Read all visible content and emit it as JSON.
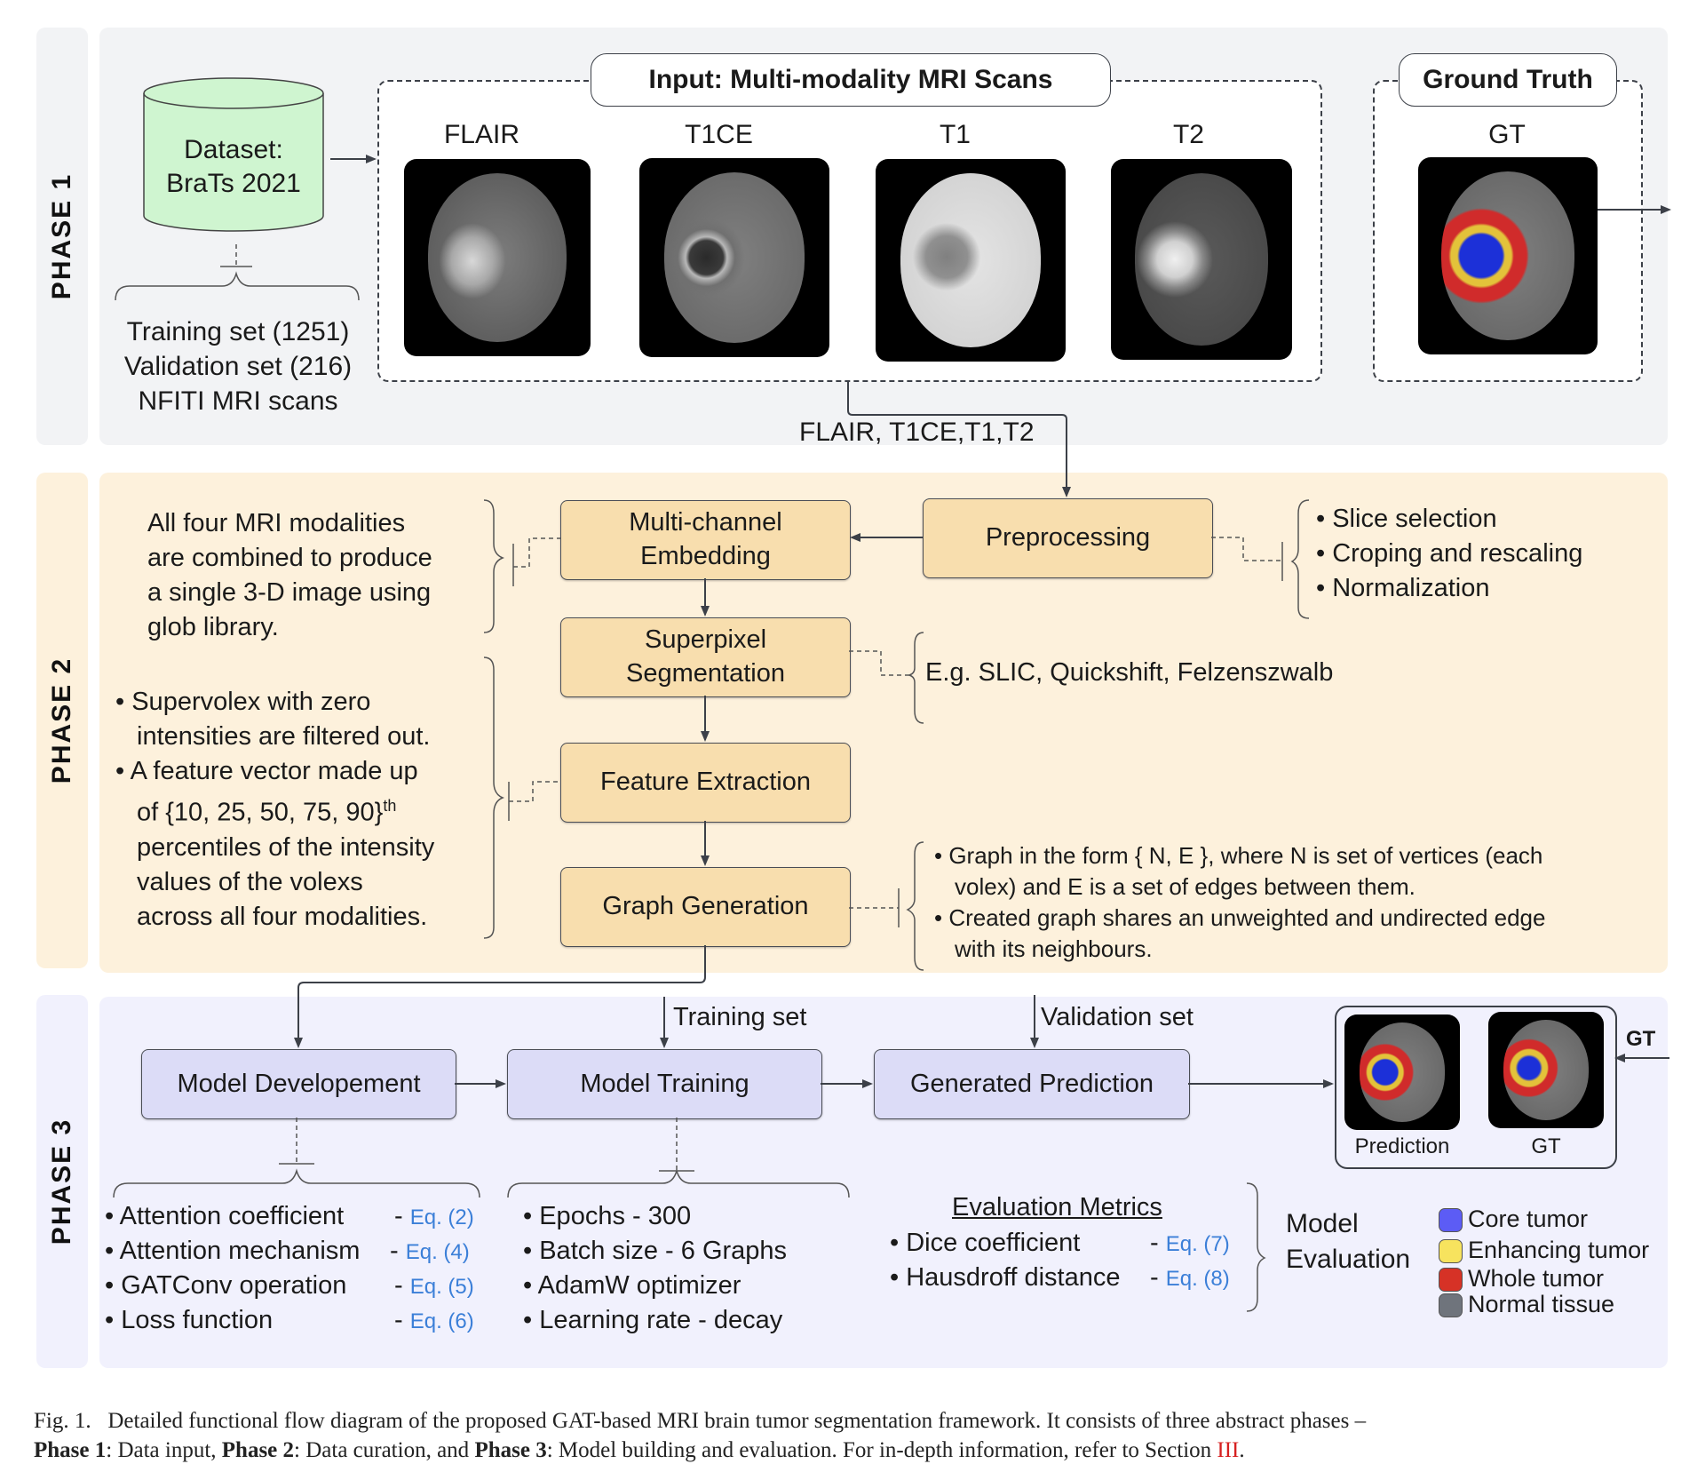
{
  "phases": {
    "phase1": "PHASE 1",
    "phase2": "PHASE 2",
    "phase3": "PHASE 3"
  },
  "phase1": {
    "dataset": {
      "line1": "Dataset:",
      "line2": "BraTs 2021"
    },
    "dataset_details": [
      "Training set (1251)",
      "Validation set (216)",
      "NFITI MRI scans"
    ],
    "input_title": "Input: Multi-modality MRI Scans",
    "modalities": [
      "FLAIR",
      "T1CE",
      "T1",
      "T2"
    ],
    "gt_title": "Ground Truth",
    "gt_label": "GT",
    "connector_label": "FLAIR, T1CE,T1,T2"
  },
  "phase2": {
    "boxes": {
      "preprocessing": "Preprocessing",
      "embedding": "Multi-channel Embedding",
      "superpixel": "Superpixel Segmentation",
      "feature": "Feature Extraction",
      "graph": "Graph Generation"
    },
    "embedding_note": [
      "All four MRI modalities",
      "are combined to produce",
      "a single 3-D image using",
      "glob library."
    ],
    "preprocessing_steps": [
      "Slice selection",
      "Croping and rescaling",
      "Normalization"
    ],
    "superpixel_note": "E.g. SLIC, Quickshift, Felzenszwalb",
    "feature_note": {
      "bullet1": [
        "Supervolex with zero",
        "intensities are filtered out."
      ],
      "bullet2": [
        "A feature vector  made up",
        "of {10, 25, 50, 75, 90}",
        "th",
        "percentiles of the intensity",
        "values of the volexs",
        "across all four modalities."
      ]
    },
    "graph_note": {
      "bullet1": [
        "Graph in the form { N, E }, where N is set of vertices (each",
        "volex) and E is a set of edges between them."
      ],
      "bullet2": [
        "Created graph shares an unweighted and undirected edge",
        "with its neighbours."
      ]
    }
  },
  "phase3": {
    "boxes": {
      "development": "Model  Developement",
      "training": "Model Training",
      "prediction": "Generated Prediction"
    },
    "training_input": "Training set",
    "validation_input": "Validation set",
    "gt_input": "GT",
    "result_labels": {
      "prediction": "Prediction",
      "gt": "GT"
    },
    "development_items": [
      {
        "text": "Attention coefficient",
        "ref": "Eq. (2)"
      },
      {
        "text": "Attention mechanism",
        "ref": "Eq. (4)"
      },
      {
        "text": "GATConv operation",
        "ref": "Eq. (5)"
      },
      {
        "text": "Loss function",
        "ref": "Eq. (6)"
      }
    ],
    "training_items": [
      "Epochs - 300",
      "Batch size - 6 Graphs",
      "AdamW optimizer",
      "Learning rate - decay"
    ],
    "evaluation": {
      "title": "Evaluation Metrics",
      "items": [
        {
          "text": "Dice coefficient",
          "ref": "Eq. (7)"
        },
        {
          "text": "Hausdroff distance",
          "ref": "Eq. (8)"
        }
      ],
      "group_label": [
        "Model",
        "Evaluation"
      ]
    },
    "legend": [
      {
        "label": "Core tumor",
        "color": "#5c5cf5"
      },
      {
        "label": "Enhancing tumor",
        "color": "#f7e35e"
      },
      {
        "label": "Whole tumor",
        "color": "#d63226"
      },
      {
        "label": "Normal tissue",
        "color": "#6f747c"
      }
    ]
  },
  "caption": {
    "prefix": "Fig. 1.",
    "text1": "Detailed functional flow diagram of the proposed GAT-based MRI brain tumor segmentation framework. It consists of three abstract phases –",
    "p1": "Phase 1",
    "t1": ": Data input, ",
    "p2": "Phase 2",
    "t2": ": Data curation, and ",
    "p3": "Phase 3",
    "t3": ": Model building and evaluation. For in-depth information, refer to Section ",
    "section_ref": "III",
    "end": "."
  },
  "colors": {
    "phase1_bg": "#f2f3f5",
    "phase2_bg": "#fdf1dc",
    "phase3_bg": "#f1f1fd",
    "orange_box": "#f8deae",
    "purple_box": "#dcdcf7",
    "dataset_green": "#cff5d0",
    "eq_link": "#3b7fd8",
    "section_ref": "#d62020"
  }
}
